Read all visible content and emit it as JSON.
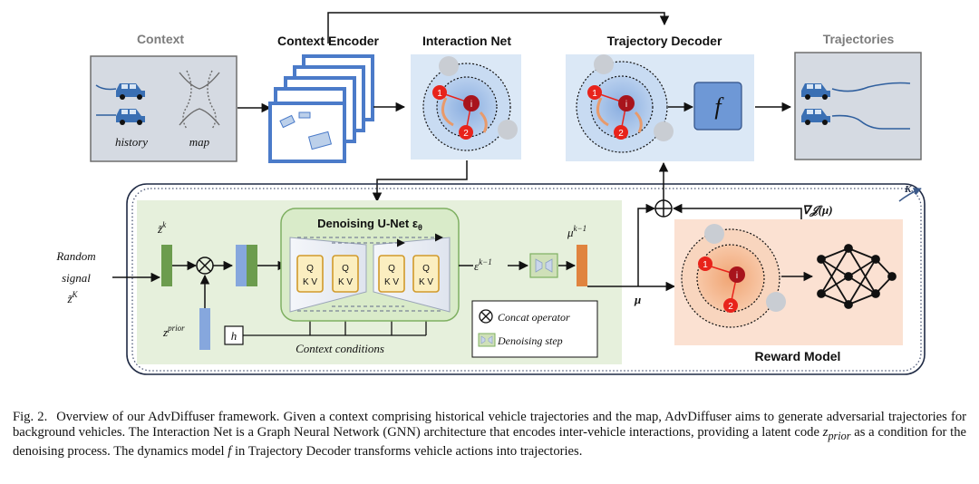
{
  "figure": {
    "top": {
      "context": "Context",
      "history": "history",
      "map": "map",
      "context_encoder": "Context Encoder",
      "interaction_net": "Interaction Net",
      "trajectory_decoder": "Trajectory Decoder",
      "trajectories": "Trajectories",
      "f_symbol": "f"
    },
    "bottom": {
      "random_signal": [
        "Random",
        "signal",
        "z̃"
      ],
      "random_signal_sup": "K",
      "z_tilde": "z̃",
      "z_tilde_sup": "k",
      "z_prior": "z",
      "z_prior_sup": "prior",
      "h": "h",
      "unet_title": "Denoising U-Net ε",
      "unet_title_sub": "θ",
      "attention_q": "Q",
      "attention_kv": "K V",
      "eps_label": "ε",
      "eps_sup": "k−1",
      "mu_prev": "μ",
      "mu_prev_sup": "k−1",
      "context_conditions": "Context conditions",
      "legend_concat": "Concat operator",
      "legend_step": "Denoising step",
      "mu": "μ",
      "grad": "∇𝒥(μ)",
      "loop_k": "K",
      "reward_model": "Reward Model"
    },
    "nodes": {
      "a": "1",
      "b": "i",
      "c": "2"
    },
    "colors": {
      "node_red": "#e8231b",
      "node_dark": "#a8141c",
      "blue_panel": "#dbe8f6",
      "context_panel": "#d5dae2",
      "green_panel": "#e6f0dc",
      "reward_panel": "#fbe1d2",
      "encoder_blue": "#4b7bc9",
      "car_blue": "#3a6fb3"
    }
  },
  "caption": {
    "label": "Fig. 2.",
    "text_1": "Overview of our AdvDiffuser framework. Given a context comprising historical vehicle trajectories and the map, AdvDiffuser aims to generate adversarial trajectories for background vehicles. The Interaction Net is a Graph Neural Network (GNN) architecture that encodes inter-vehicle interactions, providing a latent code",
    "z_symbol": "z",
    "z_sub": "prior",
    "text_2": "as a condition for the denoising process. The dynamics model",
    "f_symbol": "f",
    "text_3": "in Trajectory Decoder transforms vehicle actions into trajectories."
  }
}
